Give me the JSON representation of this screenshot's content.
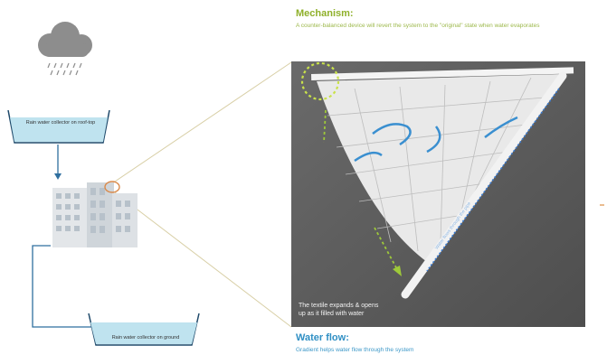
{
  "colors": {
    "mechanism": "#8fb02a",
    "water_flow": "#2f8fc4",
    "leader_line": "#d8cfa6",
    "tank_water": "#bfe3ef",
    "tank_border": "#1f4a6b",
    "photo_bg": "#5e5e5e",
    "highlight_circle": "#c9e24a",
    "flow_arrow": "#3a8fd0"
  },
  "mechanism": {
    "title": "Mechanism:",
    "description": "A counter-balanced device will revert the system to the \"original\" state when water evaporates"
  },
  "water_flow": {
    "title": "Water flow:",
    "description": "Gradient helps water flow through the system"
  },
  "tanks": {
    "roof_label": "Rain water collector on roof-top",
    "ground_label": "Rain water collector on ground"
  },
  "photo": {
    "caption_line1": "The textile expands & opens",
    "caption_line2": "up as it filled with water",
    "pipe_label": "Water flows through the pipe"
  },
  "icons": [
    "rain-cloud-icon",
    "building-icon"
  ]
}
